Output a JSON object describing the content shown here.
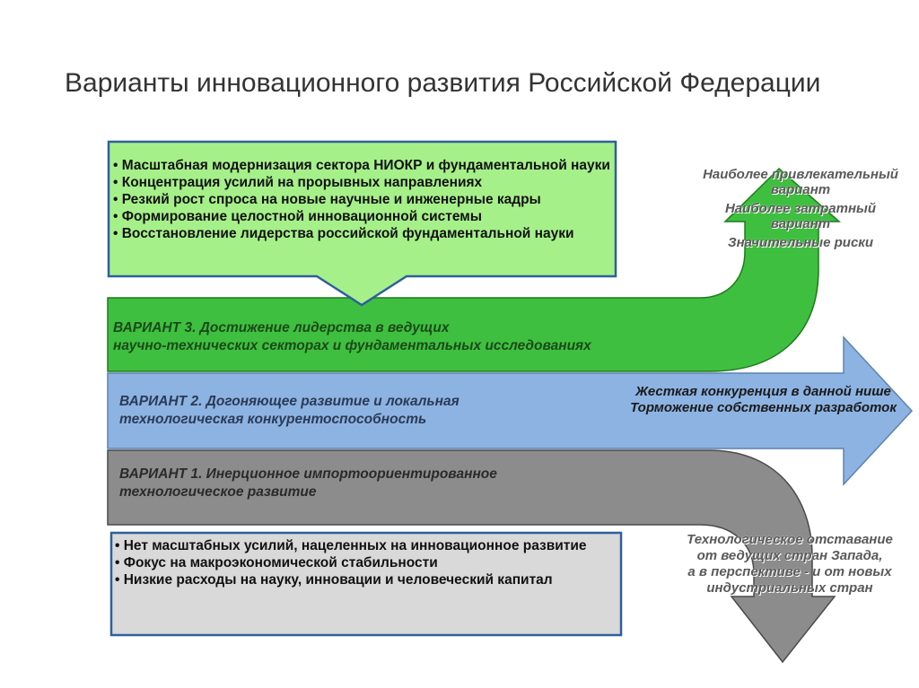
{
  "title": "Варианты инновационного развития Российской Федерации",
  "top_box": {
    "items": [
      "• Масштабная модернизация сектора НИОКР и фундаментальной науки",
      "• Концентрация усилий на прорывных направлениях",
      "• Резкий рост спроса на новые научные и инженерные кадры",
      "• Формирование целостной инновационной системы",
      "• Восстановление лидерства российской фундаментальной науки"
    ]
  },
  "variant3": {
    "line1": "ВАРИАНТ 3. Достижение лидерства в ведущих",
    "line2": "научно-технических секторах и фундаментальных исследованиях",
    "color": "#3fbf3f"
  },
  "variant2": {
    "line1": "ВАРИАНТ 2. Догоняющее развитие и локальная",
    "line2": "технологическая конкурентоспособность",
    "color": "#8db3e2"
  },
  "variant1": {
    "line1": "ВАРИАНТ 1. Инерционное импортоориентированное",
    "line2": "технологическое развитие",
    "color": "#8c8c8c"
  },
  "bottom_box": {
    "items": [
      "• Нет масштабных усилий, нацеленных на инновационное развитие",
      "• Фокус на макроэкономической стабильности",
      "•  Низкие расходы на науку, инновации и человеческий капитал"
    ]
  },
  "notes_up": {
    "lines": [
      "Наиболее привлекательный вариант",
      "Наиболее затратный вариант",
      "Значительные риски"
    ]
  },
  "notes_right": {
    "lines": [
      "Жесткая конкуренция в данной нише",
      "Торможение собственных разработок"
    ]
  },
  "notes_down": {
    "lines": [
      "Технологическое отставание",
      "от ведущих стран Запада,",
      "а в перспективе - и от новых",
      "индустриальных стран"
    ]
  }
}
